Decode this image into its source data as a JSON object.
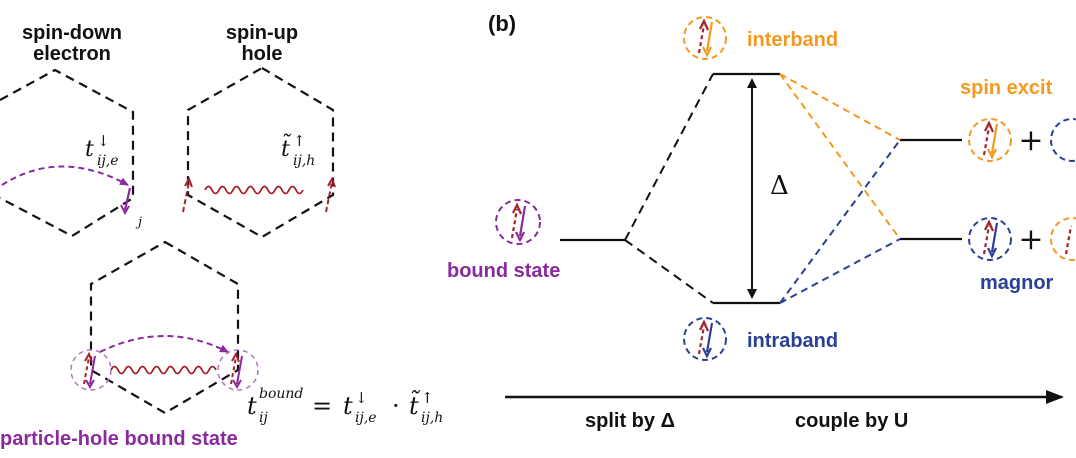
{
  "colors": {
    "black": "#111111",
    "purple": "#8a2a9e",
    "orange": "#f39a1e",
    "navy": "#2b3f93",
    "darkred": "#a3232e",
    "gray": "#9a9a9a"
  },
  "panel_a": {
    "label_electron_line1": "spin-down",
    "label_electron_line2": "electron",
    "label_hole_line1": "spin-up",
    "label_hole_line2": "hole",
    "hop_e_base": "t",
    "hop_e_sub": "ij,e",
    "hop_e_sup": "↓",
    "site_j": "j",
    "hop_h_base": "t̃",
    "hop_h_sub": "ij,h",
    "hop_h_sup": "↑",
    "bound_title": "particle-hole bound state",
    "formula_lhs_base": "t",
    "formula_lhs_sub": "ij",
    "formula_lhs_sup": "bound",
    "formula_eq": "=",
    "formula_t1_base": "t",
    "formula_t1_sub": "ij,e",
    "formula_t1_sup": "↓",
    "formula_dot": "·",
    "formula_t2_base": "t̃",
    "formula_t2_sub": "ij,h",
    "formula_t2_sup": "↑"
  },
  "panel_b": {
    "panel_label": "(b)",
    "interband": "interband",
    "intraband": "intraband",
    "bound_state": "bound state",
    "gap_symbol": "Δ",
    "spin_excitation": "spin excit",
    "magnon": "magnor",
    "plus": "+",
    "split_label": "split by Δ",
    "couple_label": "couple by U"
  },
  "icons": [
    "spin-pair-purple-icon",
    "spin-pair-orange-icon",
    "spin-pair-navy-icon",
    "wavy-interaction-icon",
    "hexagon-lattice-icon"
  ]
}
